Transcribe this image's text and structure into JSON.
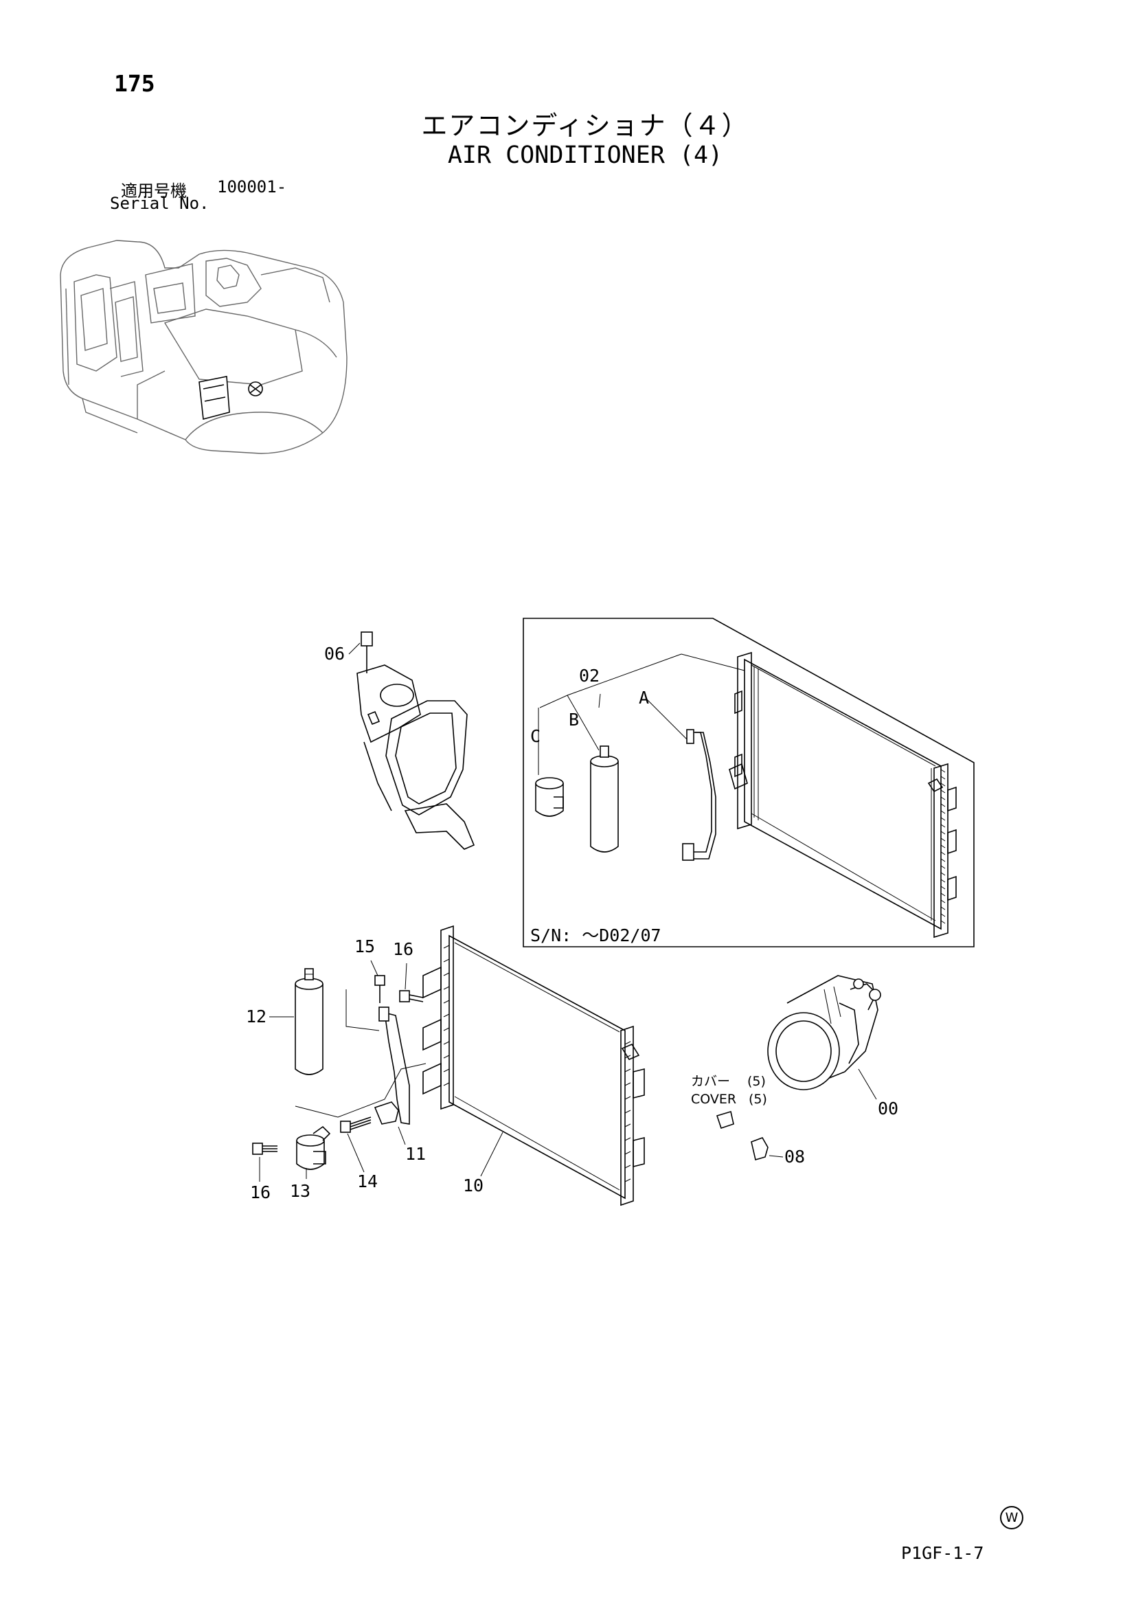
{
  "page_number": "175",
  "title_jp": "エアコンディショナ（４）",
  "title_en": "AIR CONDITIONER (4)",
  "serial": {
    "label_jp": "適用号機",
    "value": "100001-",
    "label_en": "Serial No."
  },
  "inset": {
    "serial_note": "S/N: ～D02/07",
    "parts": [
      "02",
      "A",
      "B",
      "C"
    ]
  },
  "callouts": {
    "p00": "00",
    "p06": "06",
    "p08": "08",
    "p10": "10",
    "p11": "11",
    "p12": "12",
    "p13": "13",
    "p14": "14",
    "p15": "15",
    "p16a": "16",
    "p16b": "16"
  },
  "cover_note": {
    "jp": "カバー（5）",
    "en": "COVER（5）",
    "jp_text": "カバー",
    "jp_qty": "(5)",
    "en_text": "COVER",
    "en_qty": "(5)"
  },
  "footer": {
    "mark": "W",
    "code": "P1GF-1-7"
  }
}
